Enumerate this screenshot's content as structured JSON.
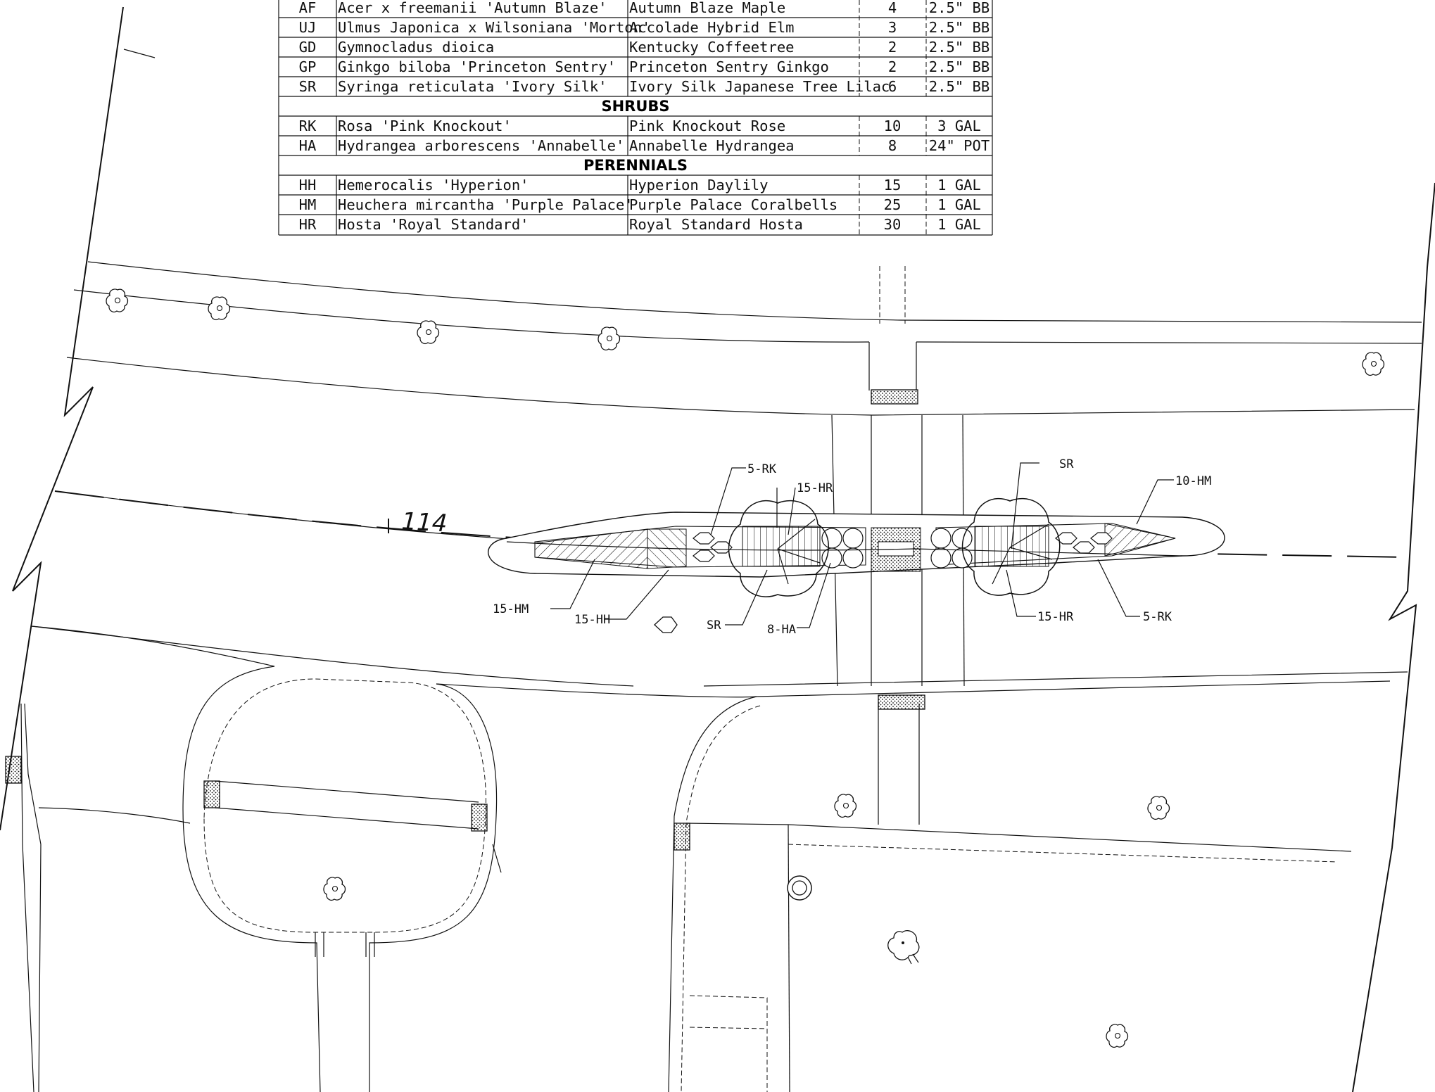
{
  "plant_schedule": {
    "trees": [
      {
        "code": "AF",
        "botanical": "Acer x freemanii 'Autumn Blaze'",
        "common": "Autumn Blaze Maple",
        "qty": "4",
        "size": "2.5\" BB"
      },
      {
        "code": "UJ",
        "botanical": "Ulmus Japonica x Wilsoniana 'Morton'",
        "common": "Accolade Hybrid Elm",
        "qty": "3",
        "size": "2.5\" BB"
      },
      {
        "code": "GD",
        "botanical": "Gymnocladus dioica",
        "common": "Kentucky Coffeetree",
        "qty": "2",
        "size": "2.5\" BB"
      },
      {
        "code": "GP",
        "botanical": "Ginkgo biloba 'Princeton Sentry'",
        "common": "Princeton Sentry Ginkgo",
        "qty": "2",
        "size": "2.5\" BB"
      },
      {
        "code": "SR",
        "botanical": "Syringa reticulata 'Ivory Silk'",
        "common": "Ivory Silk Japanese Tree Lilac",
        "qty": "6",
        "size": "2.5\" BB"
      }
    ],
    "shrubs_header": "SHRUBS",
    "shrubs": [
      {
        "code": "RK",
        "botanical": "Rosa 'Pink Knockout'",
        "common": "Pink Knockout Rose",
        "qty": "10",
        "size": "3 GAL"
      },
      {
        "code": "HA",
        "botanical": "Hydrangea arborescens 'Annabelle'",
        "common": "Annabelle Hydrangea",
        "qty": "8",
        "size": "24\" POT"
      }
    ],
    "perennials_header": "PERENNIALS",
    "perennials": [
      {
        "code": "HH",
        "botanical": "Hemerocalis 'Hyperion'",
        "common": "Hyperion Daylily",
        "qty": "15",
        "size": "1 GAL"
      },
      {
        "code": "HM",
        "botanical": "Heuchera mircantha 'Purple Palace'",
        "common": "Purple Palace Coralbells",
        "qty": "25",
        "size": "1 GAL"
      },
      {
        "code": "HR",
        "botanical": "Hosta 'Royal Standard'",
        "common": "Royal Standard Hosta",
        "qty": "30",
        "size": "1 GAL"
      }
    ]
  },
  "plan": {
    "station_label": "114",
    "callouts": {
      "rk_top_left": "5-RK",
      "hr_top_left": "15-HR",
      "sr_top_right": "SR",
      "hm_top_right": "10-HM",
      "hm_bottom_left": "15-HM",
      "hh_bottom_left": "15-HH",
      "sr_bottom_left": "SR",
      "ha_bottom": "8-HA",
      "hr_bottom_right": "15-HR",
      "rk_bottom_right": "5-RK"
    }
  }
}
